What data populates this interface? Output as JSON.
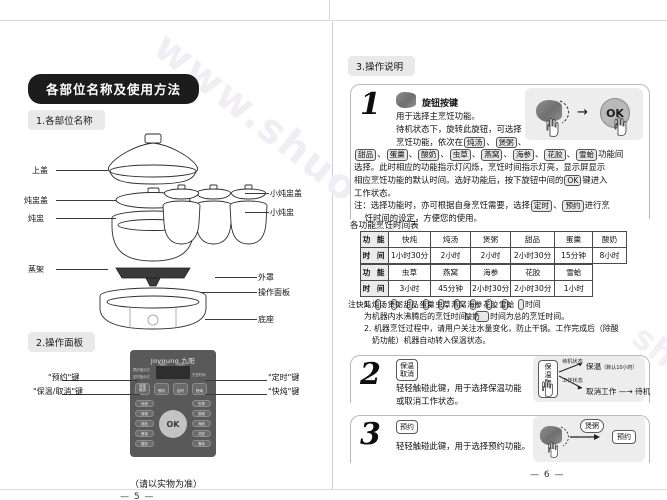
{
  "document": {
    "left_page": {
      "page_number": "— 5 —",
      "title_badge": "各部位名称及使用方法",
      "section1_label": "1.各部位名称",
      "section2_label": "2.操作面板",
      "parts_labels_left": [
        "上盖",
        "炖盅盖",
        "炖盅",
        "蒸架"
      ],
      "parts_labels_right": [
        "小炖盅盖",
        "小炖盅"
      ],
      "base_labels": [
        "外罩",
        "操作面板",
        "底座"
      ],
      "panel_callouts_left": [
        "\"预约\"键",
        "\"保温/取消\"键"
      ],
      "panel_callouts_right": [
        "\"定时\"键",
        "\"快炖\"键"
      ],
      "footnote": "（请以实物为准）",
      "control_panel": {
        "brand": "Joyoung 九阳",
        "display_labels_left": [
          "预约指示灯",
          "定时指示灯"
        ],
        "display_top_labels": [
          "预约",
          "定时"
        ],
        "display_right_label": "烹饪时间",
        "row_buttons": [
          "保温\n取消",
          "预约",
          "定时",
          "快炖"
        ],
        "functions_left": [
          "炖汤",
          "煲粥",
          "甜品",
          "蛋羹",
          "酸奶"
        ],
        "functions_right": [
          "虫草",
          "燕窝",
          "海参",
          "花胶",
          "雪蛤"
        ],
        "ok_label": "OK"
      }
    },
    "right_page": {
      "page_number": "— 6 —",
      "section_label": "3.操作说明",
      "steps": [
        {
          "number": "1",
          "title": "旋钮按键",
          "body_lines": [
            "用于选择主烹饪功能。",
            "待机状态下，旋转此旋钮，可选择",
            "烹饪功能，依次在[炖汤]、[煲粥]、",
            "[甜品]、[蛋羹]、[酸奶]、[虫草]、[燕窝]、[海参]、[花胶]、[雪蛤]功能间",
            "选择。此时相应的功能指示灯闪烁，烹饪时间指示灯亮，显示屏显示",
            "相应烹饪功能的默认时间。选好功能后，按下旋钮中间的[OK]键进入",
            "工作状态。",
            "注：选择功能时，亦可根据自身烹饪需要，选择[定时]、[预约]进行烹",
            "    饪时间的设定，方便您的使用。"
          ],
          "illustration": {
            "knob": "knob-dial",
            "arrow": "→",
            "ok_label": "OK"
          }
        },
        {
          "number": "2",
          "title": "保温\n取消",
          "key_label_line1": "保温",
          "key_label_line2": "取消",
          "body_lines": [
            "轻轻触碰此键，用于选择保温功能",
            "或取消工作状态。"
          ],
          "illustration": {
            "key_line1": "保温",
            "key_line2": "取消",
            "branch_top_tiny": "待机状态",
            "branch_bottom_tiny": "工作状态",
            "branch_top_text": "保温（默认10小时）",
            "branch_bottom_text": "取消工作",
            "branch_bottom_arrow": "待机"
          }
        },
        {
          "number": "3",
          "title": "预约",
          "key_label": "预约",
          "body_lines": [
            "轻轻触碰此键，用于选择预约功能。"
          ],
          "illustration": {
            "knob": "knob-dial",
            "arrow": "→",
            "mid_label": "煲粥",
            "end_label": "预约"
          }
        }
      ],
      "time_table_caption": "各功能烹饪时间表",
      "time_table_1": {
        "row_header_function": "功 能",
        "row_header_time": "时 间",
        "functions": [
          "快炖",
          "炖汤",
          "煲粥",
          "甜品",
          "蛋羹",
          "酸奶"
        ],
        "times": [
          "1小时30分",
          "2小时",
          "2小时",
          "2小时30分",
          "15分钟",
          "8小时"
        ]
      },
      "time_table_2": {
        "row_header_function": "功 能",
        "row_header_time": "时 间",
        "functions": [
          "虫草",
          "燕窝",
          "海参",
          "花胶",
          "雪蛤"
        ],
        "times": [
          "3小时",
          "45分钟",
          "2小时30分",
          "2小时30分",
          "1小时"
        ]
      },
      "notes": {
        "prefix": "注：",
        "item1": "1. [快炖]、[炖汤]、[煲粥]、[甜品]、[蛋羹]、[虫草]、[燕窝]、[海参]、[花胶]、[雪蛤]时间",
        "item1b": "为机器内水沸腾后的烹饪时间，[酸奶]时间为总的烹饪时间。",
        "item2": "2. 机器烹饪过程中，请用户关注水量变化，防止干锅。工作完成后（除酸",
        "item2b": "奶功能）机器自动转入保温状态。"
      }
    },
    "colors": {
      "badge_bg": "#1c1c1c",
      "subhead_bg": "#e9e9e9",
      "panel_bg": "#595959",
      "illustration_bg": "#ededed",
      "watermark": "#f0eef4"
    },
    "watermark_text": "www.shuoming",
    "watermark_text2": "shuom"
  }
}
